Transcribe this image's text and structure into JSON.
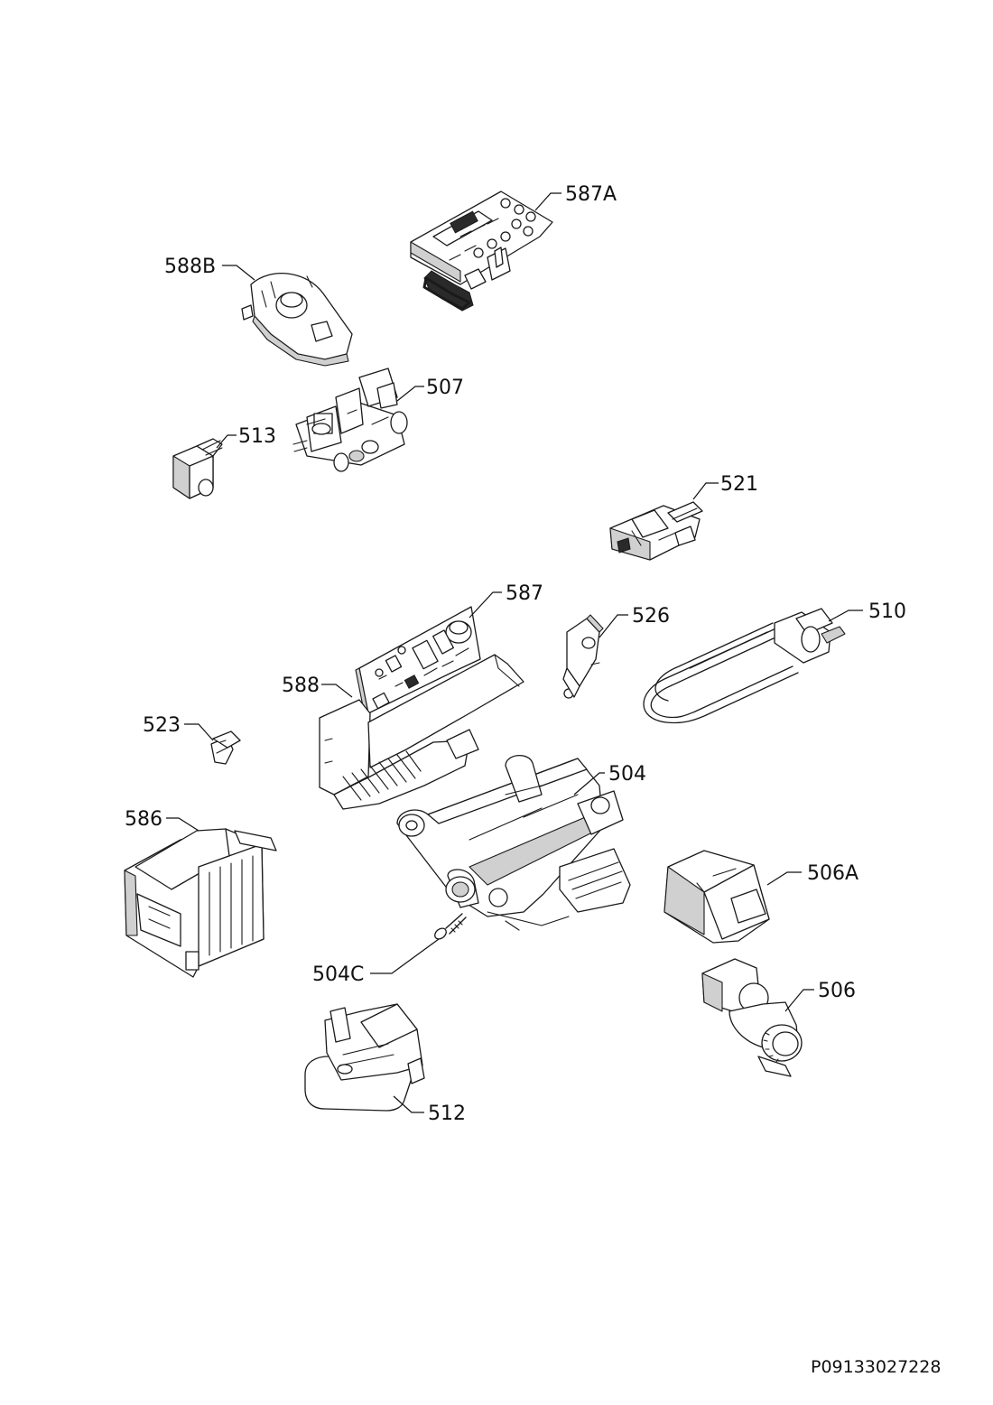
{
  "diagram": {
    "drawing_code": "P09133027228",
    "parts": [
      {
        "id": "p587A",
        "label": "587A"
      },
      {
        "id": "p588B",
        "label": "588B"
      },
      {
        "id": "p507",
        "label": "507"
      },
      {
        "id": "p513",
        "label": "513"
      },
      {
        "id": "p521",
        "label": "521"
      },
      {
        "id": "p587",
        "label": "587"
      },
      {
        "id": "p526",
        "label": "526"
      },
      {
        "id": "p510",
        "label": "510"
      },
      {
        "id": "p588",
        "label": "588"
      },
      {
        "id": "p523",
        "label": "523"
      },
      {
        "id": "p504",
        "label": "504"
      },
      {
        "id": "p586",
        "label": "586"
      },
      {
        "id": "p506A",
        "label": "506A"
      },
      {
        "id": "p504C",
        "label": "504C"
      },
      {
        "id": "p506",
        "label": "506"
      },
      {
        "id": "p512",
        "label": "512"
      }
    ]
  }
}
